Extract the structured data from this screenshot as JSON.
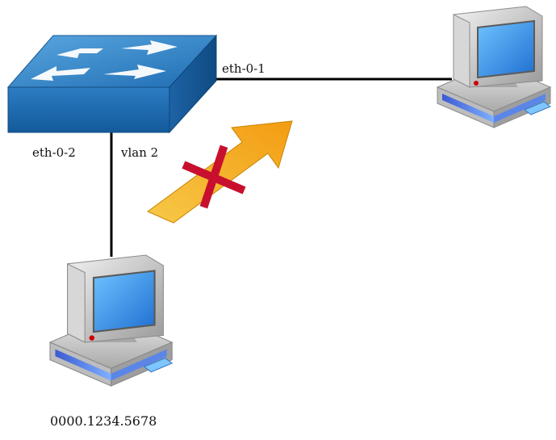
{
  "diagram": {
    "ports": {
      "uplink": "eth-0-1",
      "access": "eth-0-2"
    },
    "vlan_label": "vlan 2",
    "host_mac": "0000.1234.5678",
    "colors": {
      "switch_top": "#2a7bbf",
      "switch_front": "#1a5f9e",
      "link": "#000000",
      "arrow": "#f5a623",
      "blocked_x": "#c8102e"
    },
    "icons": [
      "switch-icon",
      "computer-icon",
      "computer-icon",
      "traffic-arrow-icon",
      "blocked-x-icon"
    ]
  }
}
